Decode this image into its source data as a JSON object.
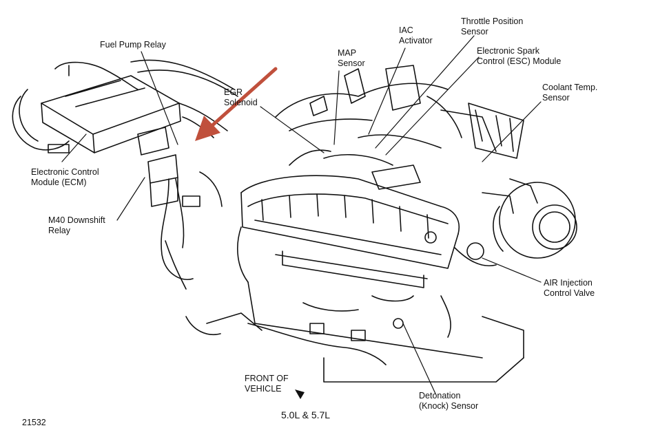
{
  "diagram": {
    "labels": {
      "fuel_pump_relay": "Fuel Pump Relay",
      "ecm": "Electronic Control\nModule (ECM)",
      "m40_relay": "M40 Downshift\nRelay",
      "map_sensor": "MAP\nSensor",
      "iac": "IAC\nActivator",
      "tps": "Throttle Position\nSensor",
      "esc": "Electronic Spark\nControl (ESC) Module",
      "egr": "EGR\nSolenoid",
      "coolant": "Coolant Temp.\nSensor",
      "air_valve": "AIR Injection\nControl Valve",
      "front": "FRONT OF\nVEHICLE",
      "knock": "Detonation\n(Knock) Sensor",
      "engine": "5.0L & 5.7L",
      "figure_id": "21532"
    },
    "colors": {
      "ink": "#111111",
      "highlight_arrow": "#c0503c"
    }
  }
}
